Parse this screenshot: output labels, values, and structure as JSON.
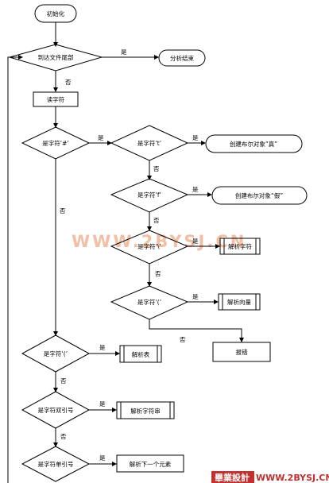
{
  "nodes": {
    "init": "初始化",
    "eof_check": "到达文件尾部",
    "analysis_end": "分析结束",
    "read_char": "读字符",
    "is_hash": "是字符‘#’",
    "is_t": "是字符‘t’",
    "create_true": "创建布尔对象“真”",
    "is_f": "是字符‘f’",
    "create_false": "创建布尔对象“假”",
    "is_backslash": "是字符‘\\’",
    "parse_char": "解析字符",
    "is_lparen_vector": "是字符‘(’",
    "parse_vector": "解析向量",
    "error": "报错",
    "is_lparen_list": "是字符‘(’",
    "parse_list": "解析表",
    "is_double_quote": "是字符双引号",
    "parse_string": "解析字符串",
    "is_single_quote": "是字符单引号",
    "parse_next": "解析下一个元素"
  },
  "edge_labels": {
    "yes": "是",
    "no": "否"
  },
  "watermark": {
    "text": "WWW.2BYSJ.CN",
    "logo_cn": "畢業設計",
    "logo_url": "WWW.2BYSJ.CN",
    "logo_color": "#c0312f"
  }
}
